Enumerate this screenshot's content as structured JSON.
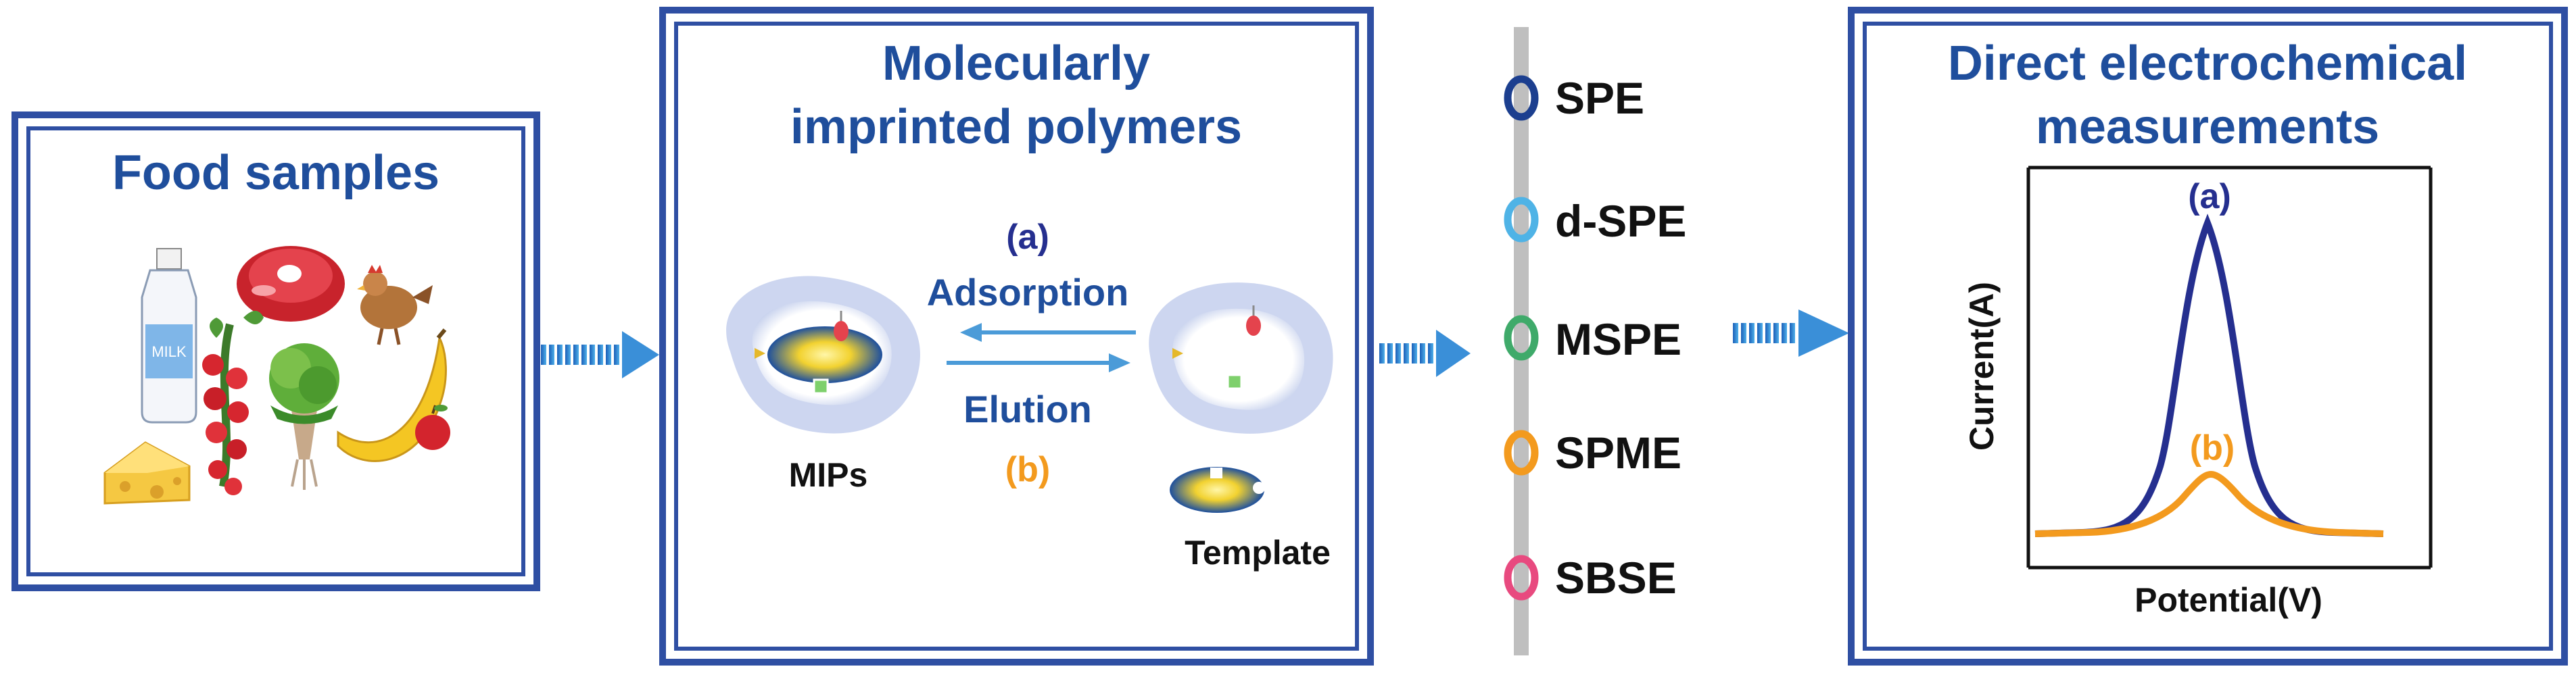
{
  "panels": {
    "food": {
      "title": "Food samples"
    },
    "mip": {
      "title_line1": "Molecularly",
      "title_line2": "imprinted polymers",
      "label_a": "(a)",
      "adsorption": "Adsorption",
      "elution": "Elution",
      "label_b": "(b)",
      "mips": "MIPs",
      "template": "Template"
    },
    "methods": [
      {
        "label": "SPE",
        "color": "#1c3f8f"
      },
      {
        "label": "d-SPE",
        "color": "#4fb3e6"
      },
      {
        "label": "MSPE",
        "color": "#3faa6a"
      },
      {
        "label": "SPME",
        "color": "#f39a1e"
      },
      {
        "label": "SBSE",
        "color": "#e84a7f"
      }
    ],
    "direct": {
      "title_line1": "Direct electrochemical",
      "title_line2": "measurements",
      "y_axis": "Current(A)",
      "x_axis": "Potential(V)",
      "curve_a_label": "(a)",
      "curve_b_label": "(b)"
    }
  },
  "colors": {
    "title": "#1f4e9c",
    "frame": "#2f4fa3",
    "arrow": "#3a8fd8",
    "curve_a": "#252f8f",
    "curve_b": "#f39a1e"
  }
}
